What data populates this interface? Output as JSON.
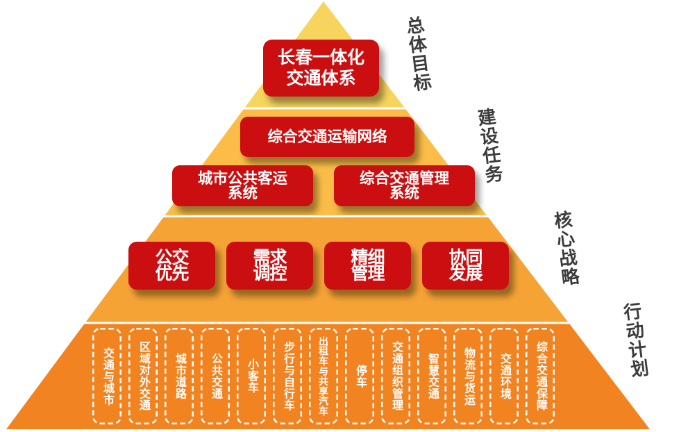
{
  "diagram": {
    "title": "长春一体化交通体系",
    "top_box": {
      "line1": "长春一体化",
      "line2": "交通体系"
    },
    "network_box": {
      "label": "综合交通运输网络"
    },
    "task_boxes": [
      {
        "line1": "城市公共客运",
        "line2": "系统"
      },
      {
        "line1": "综合交通管理",
        "line2": "系统"
      }
    ],
    "strategy_boxes": [
      {
        "line1": "公交",
        "line2": "优先"
      },
      {
        "line1": "需求",
        "line2": "调控"
      },
      {
        "line1": "精细",
        "line2": "管理"
      },
      {
        "line1": "协同",
        "line2": "发展"
      }
    ],
    "action_items": [
      "交通与城市",
      "区域对外交通",
      "城市道路",
      "公共交通",
      "小客车",
      "步行与自行车",
      "出租车与共享汽车",
      "停车",
      "交通组织管理",
      "智慧交通",
      "物流与货运",
      "交通环境",
      "综合交通保障"
    ],
    "side_labels": [
      "总体目标",
      "建设任务",
      "核心战略",
      "行动计划"
    ]
  },
  "colors": {
    "background": "#FFFFFF",
    "layer_goal": "#F7D45E",
    "layer_task": "#FBBD47",
    "layer_strategy": "#F5A335",
    "layer_action": "#F28321",
    "box_red": "#CB0F10",
    "box_text": "#FFFFFF",
    "side_label_text": "#3C3C3C",
    "divider": "#FFFFFF",
    "action_box_border": "#FFFFFF"
  }
}
